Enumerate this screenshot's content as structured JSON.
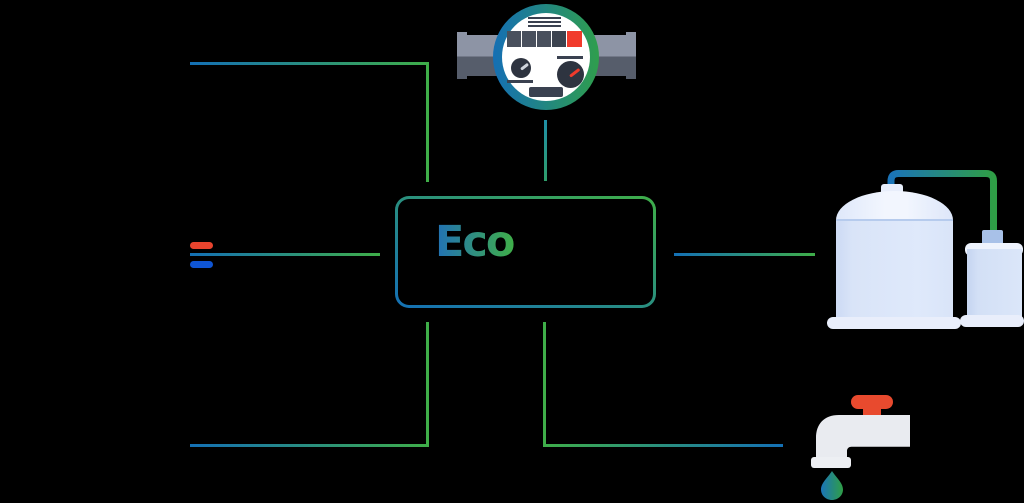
{
  "hub": {
    "label": "Eco",
    "shape": "rounded-rectangle",
    "border_gradient": [
      "#1470b5",
      "#3fae49"
    ],
    "label_gradient": [
      "#2170b6",
      "#3fae49"
    ]
  },
  "nodes": [
    {
      "id": "water-meter",
      "icon": "water-meter-icon",
      "position": "top",
      "details": {
        "ring_gradient": [
          "#156fb4",
          "#2f9e4d"
        ],
        "pipe_colors": [
          "#8d94a5",
          "#565d6b"
        ],
        "digit_boxes": {
          "dark_count": 4,
          "red_count": 1,
          "red": "#f13b2c"
        },
        "dials": 2,
        "large_dial_needle": "#f13b2c"
      }
    },
    {
      "id": "hot-cold-unit",
      "icon": "hot-cold-icon",
      "position": "left",
      "details": {
        "hot_pill": "#e8442e",
        "cold_pill": "#0f55d4"
      }
    },
    {
      "id": "storage-tanks",
      "icon": "storage-tank-icon",
      "position": "right",
      "details": {
        "fill": "#d9e4f8",
        "highlight": "#f2f6fe",
        "base": "#e9eefb",
        "cap": "#a8c1e8",
        "pipe_gradient": [
          "#1b74b8",
          "#2f9e46"
        ]
      }
    },
    {
      "id": "faucet",
      "icon": "faucet-icon",
      "position": "bottom-right",
      "details": {
        "body": "#e9ebf0",
        "handle": "#e84a2e",
        "drop_gradient": [
          "#1b74b8",
          "#2f9e46"
        ]
      }
    }
  ],
  "connections": [
    {
      "from": "left-top-endpoint",
      "to": "hub",
      "path": "L-shape",
      "gradient": [
        "#1470b5",
        "#3fae49"
      ]
    },
    {
      "from": "water-meter",
      "to": "hub",
      "path": "vertical",
      "gradient": [
        "#1f8fa8",
        "#2f9e6b"
      ]
    },
    {
      "from": "hot-cold-unit",
      "to": "hub",
      "path": "horizontal",
      "gradient": [
        "#1470b5",
        "#3fae49"
      ]
    },
    {
      "from": "hub",
      "to": "storage-tanks",
      "path": "horizontal",
      "gradient": [
        "#1470b5",
        "#3fae49"
      ]
    },
    {
      "from": "left-bottom-endpoint",
      "to": "hub",
      "path": "L-shape",
      "gradient": [
        "#1470b5",
        "#3fae49"
      ]
    },
    {
      "from": "hub",
      "to": "faucet",
      "path": "L-shape",
      "gradient": [
        "#3fae49",
        "#1470b5"
      ]
    }
  ],
  "colors": {
    "background": "#000000",
    "accent_blue": "#1470b5",
    "accent_green": "#3fae49",
    "accent_teal": "#1f8fa8",
    "alert_red": "#f13b2c",
    "meter_dark": "#3a4150"
  }
}
